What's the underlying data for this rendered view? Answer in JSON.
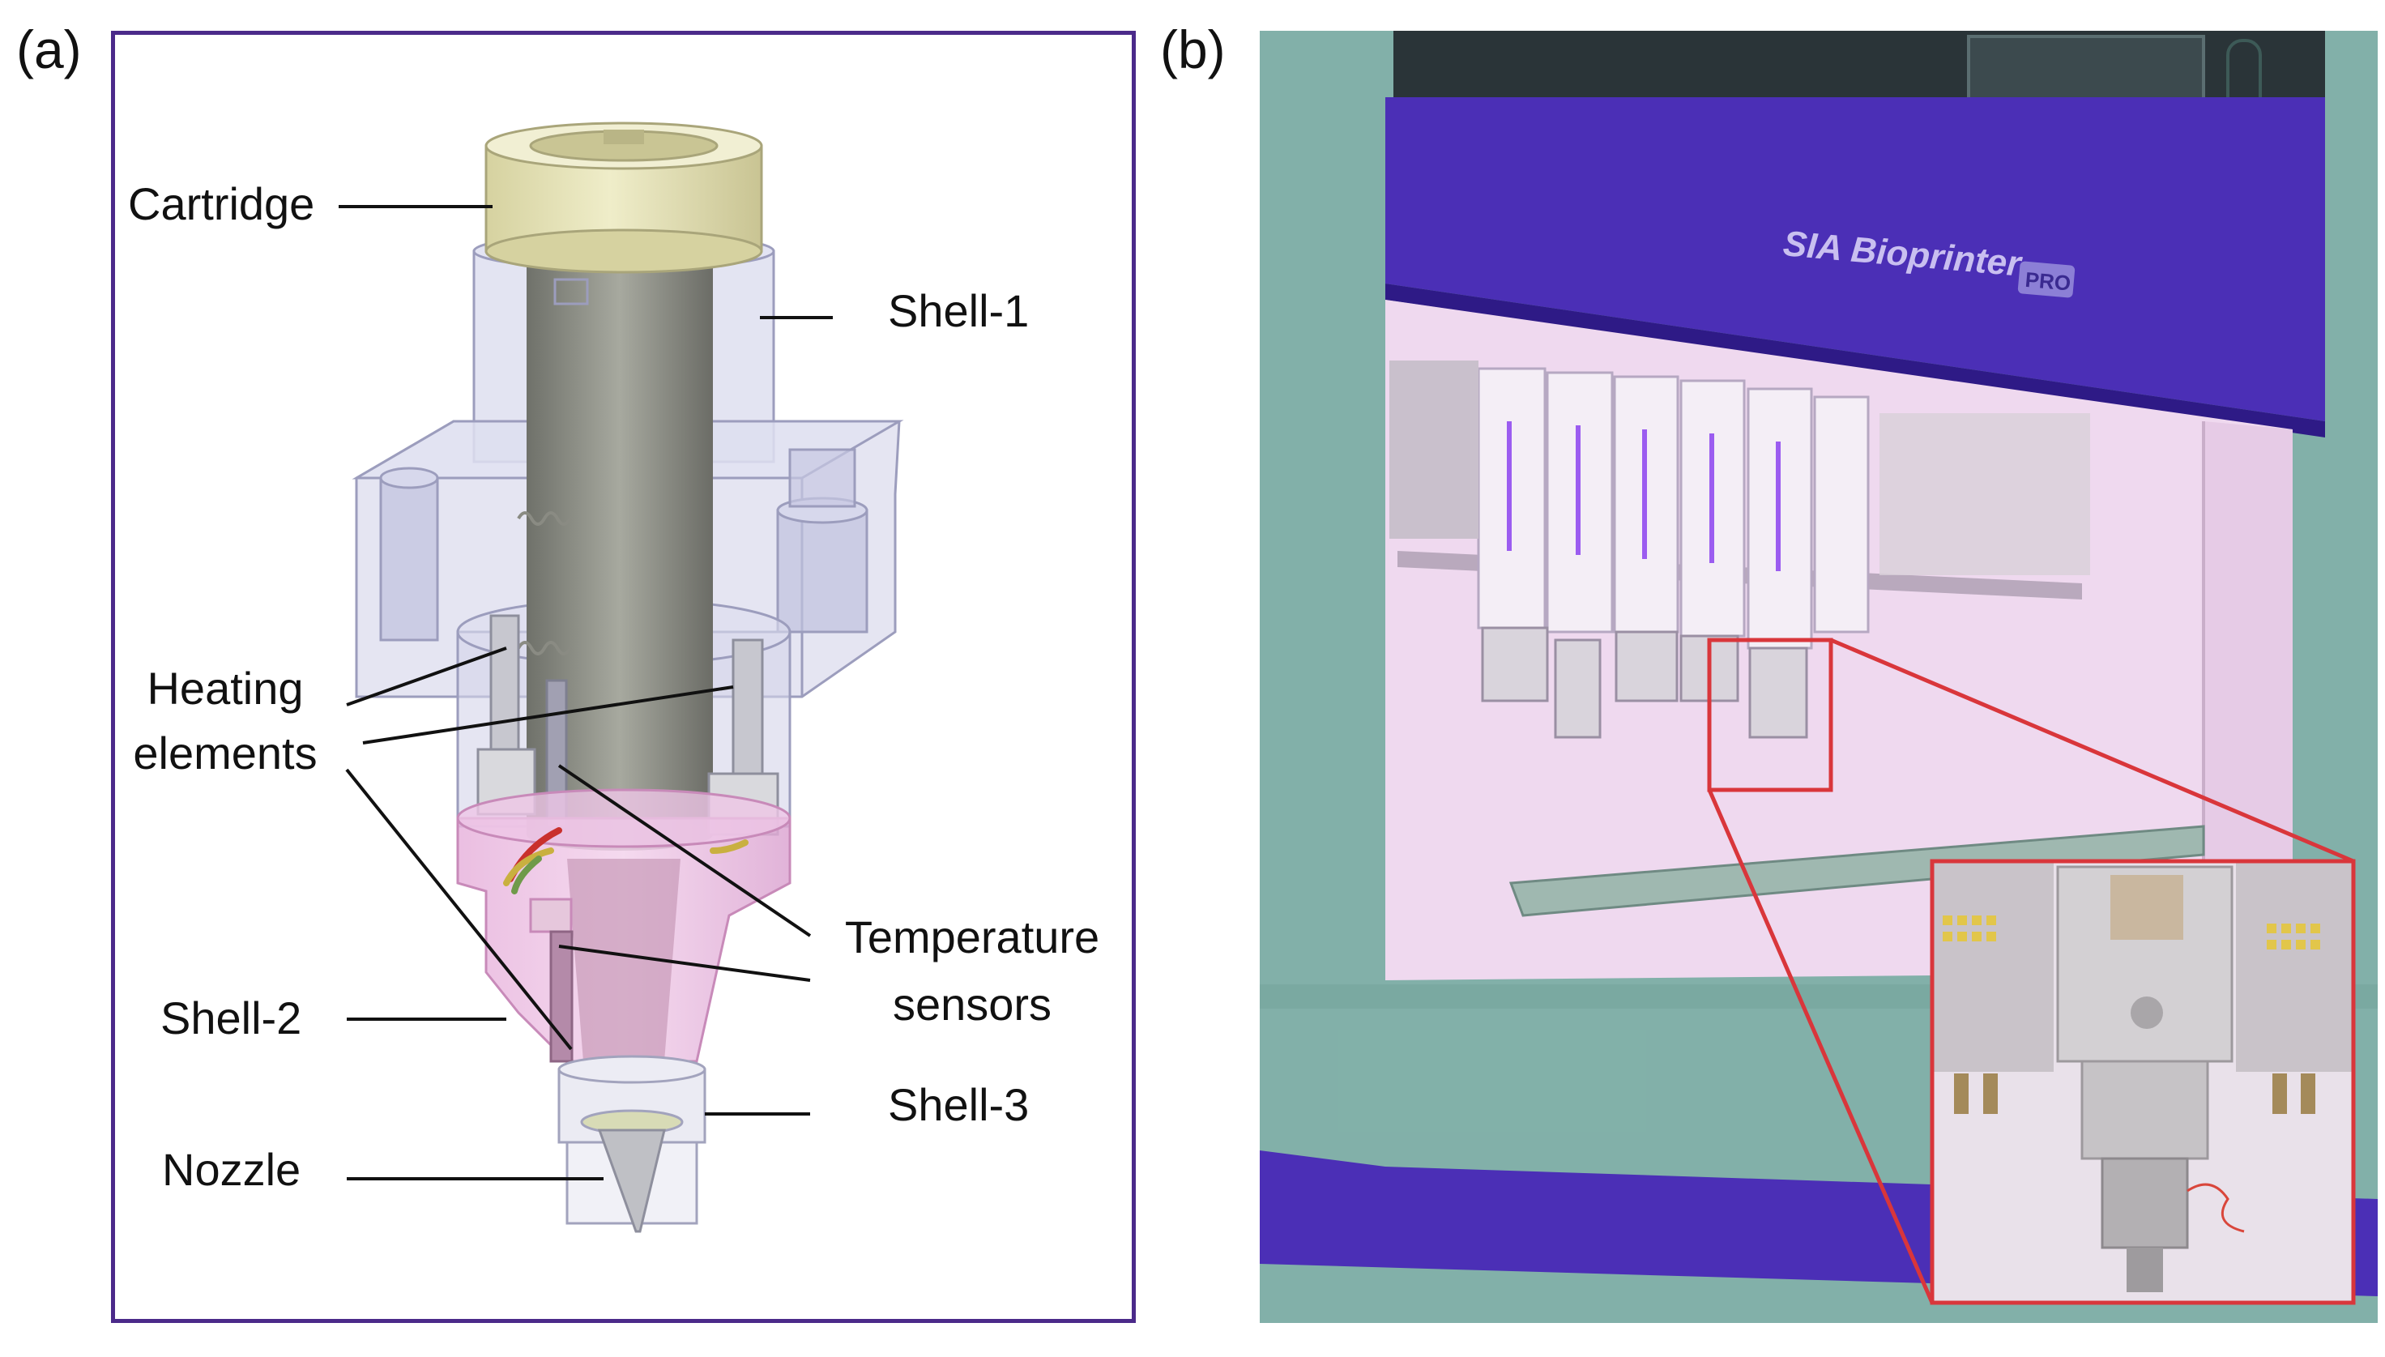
{
  "figure": {
    "panel_a_letter": "(a)",
    "panel_b_letter": "(b)"
  },
  "labels": {
    "cartridge": "Cartridge",
    "shell1": "Shell-1",
    "heating_line1": "Heating",
    "heating_line2": "elements",
    "temperature_line1": "Temperature",
    "temperature_line2": "sensors",
    "shell2": "Shell-2",
    "shell3": "Shell-3",
    "nozzle": "Nozzle"
  },
  "photo": {
    "brand_text": "SIA Bioprinter",
    "badge_text": "PRO"
  },
  "colors": {
    "frame": "#4b2a8a",
    "cartridge": "#e4e1b4",
    "shell_transparent": "#d5d6ea",
    "shell_pink": "#e9b8de",
    "inner_tube": "#8d8f86",
    "machine_teal": "#86b4ac",
    "machine_purple": "#4b2fb6",
    "chamber_light": "#efd9ef",
    "callout": "#d9363b"
  }
}
